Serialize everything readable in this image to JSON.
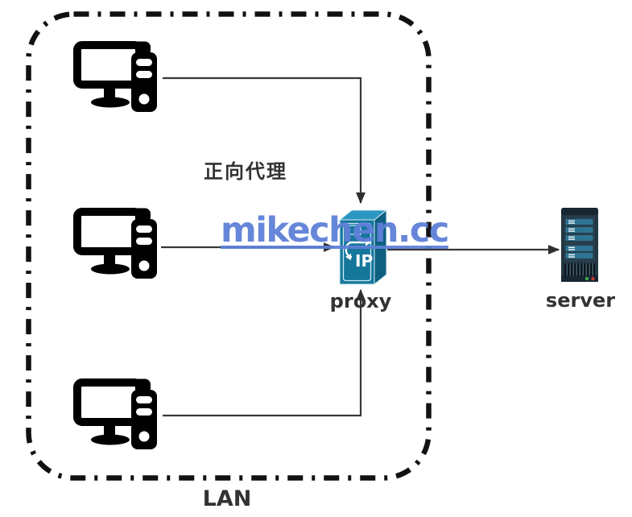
{
  "diagram": {
    "type": "network-diagram",
    "region": {
      "label": "LAN"
    },
    "annotation": {
      "label": "正向代理"
    },
    "watermark": {
      "text": "mikechen.cc",
      "color": "#5e80d8"
    },
    "nodes": {
      "clients": [
        {
          "id": "client-1",
          "type": "computer"
        },
        {
          "id": "client-2",
          "type": "computer"
        },
        {
          "id": "client-3",
          "type": "computer"
        }
      ],
      "proxy": {
        "id": "proxy",
        "label": "proxy",
        "badge": "IP"
      },
      "server": {
        "id": "server",
        "label": "server"
      }
    },
    "edges": [
      {
        "from": "client-1",
        "to": "proxy"
      },
      {
        "from": "client-2",
        "to": "proxy"
      },
      {
        "from": "client-3",
        "to": "proxy"
      },
      {
        "from": "proxy",
        "to": "server"
      }
    ],
    "colors": {
      "label_text": "#333333",
      "line": "#383838",
      "icon_black": "#000000",
      "boundary": "#111111",
      "proxy_front": "#16779c",
      "proxy_top": "#2b97c0",
      "proxy_side": "#0d6080",
      "server_body": "#223743",
      "server_bar": "#2f7392",
      "led_green": "#3fae49",
      "led_red": "#c0392b",
      "watermark_blue": "#5e80d8"
    }
  }
}
